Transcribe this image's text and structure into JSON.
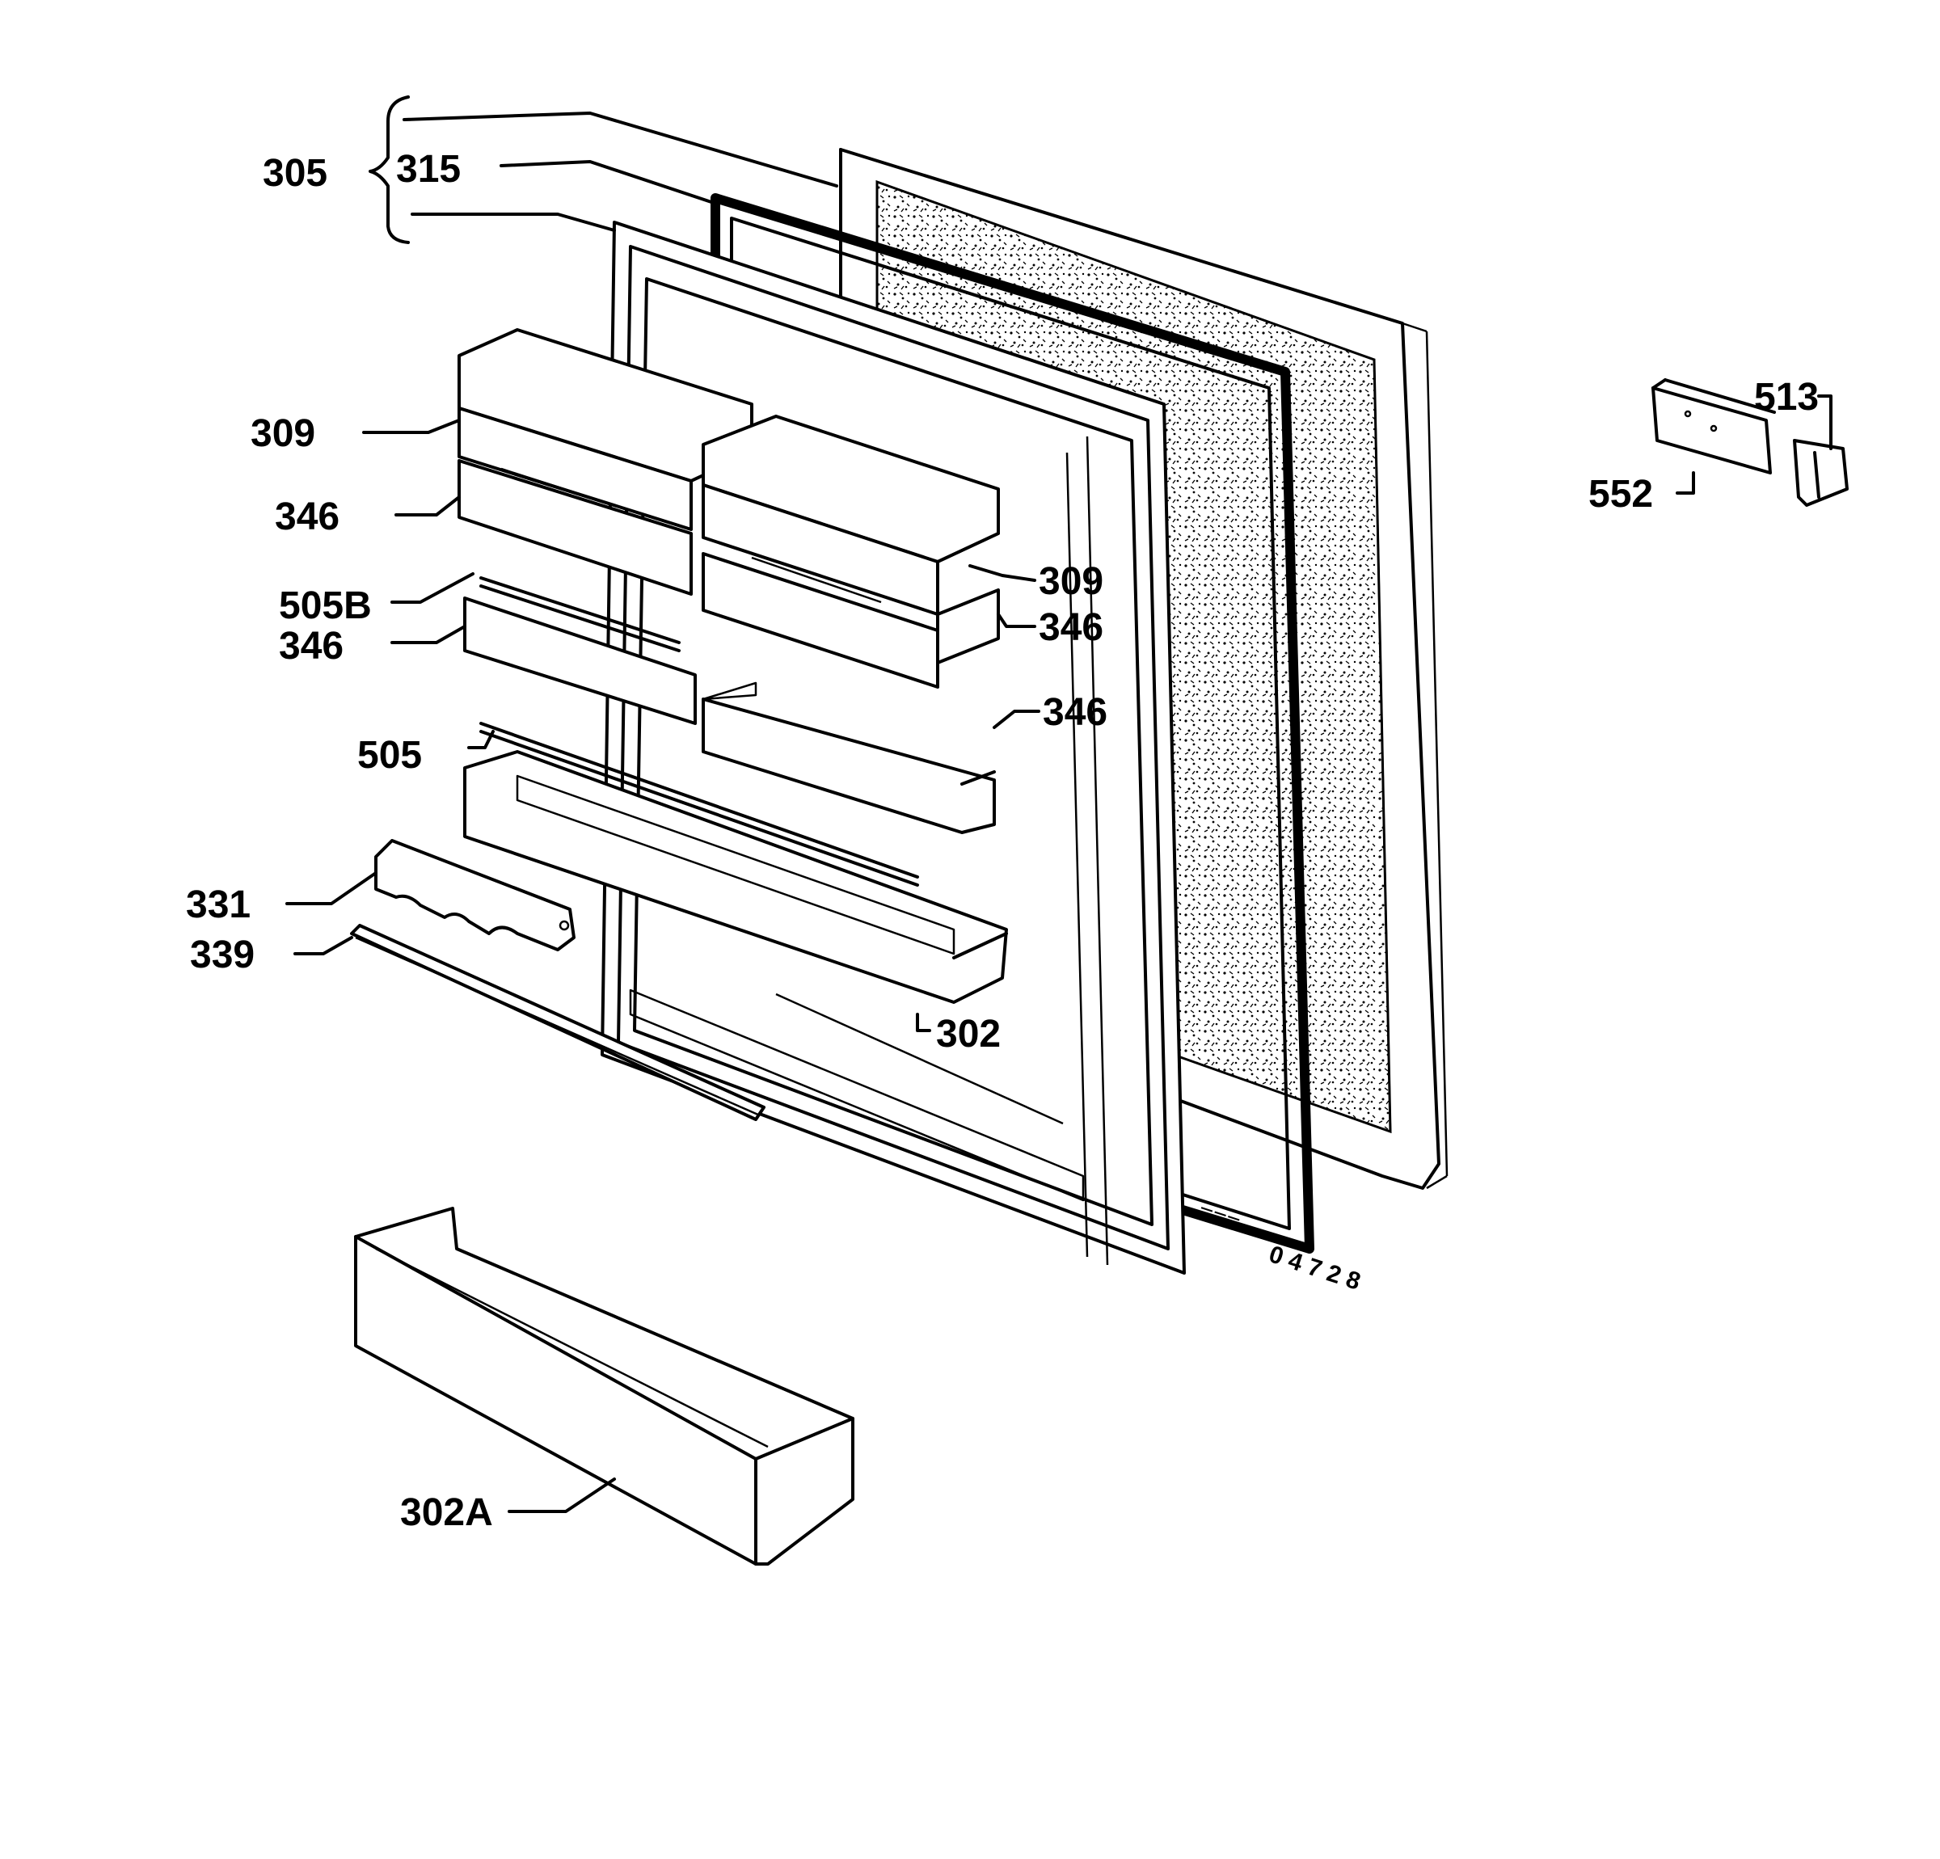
{
  "labels": {
    "p305": "305",
    "p315": "315",
    "p309a": "309",
    "p346a": "346",
    "p505b_num": "505",
    "p505b_suffix": "B",
    "p346b": "346",
    "p309b": "309",
    "p346c": "346",
    "p346d": "346",
    "p505": "505",
    "p331": "331",
    "p339": "339",
    "p302": "302",
    "p302a_num": "302",
    "p302a_suffix": "A",
    "p513": "513",
    "p552": "552"
  },
  "drawing_code": "0 4 7 2 8"
}
